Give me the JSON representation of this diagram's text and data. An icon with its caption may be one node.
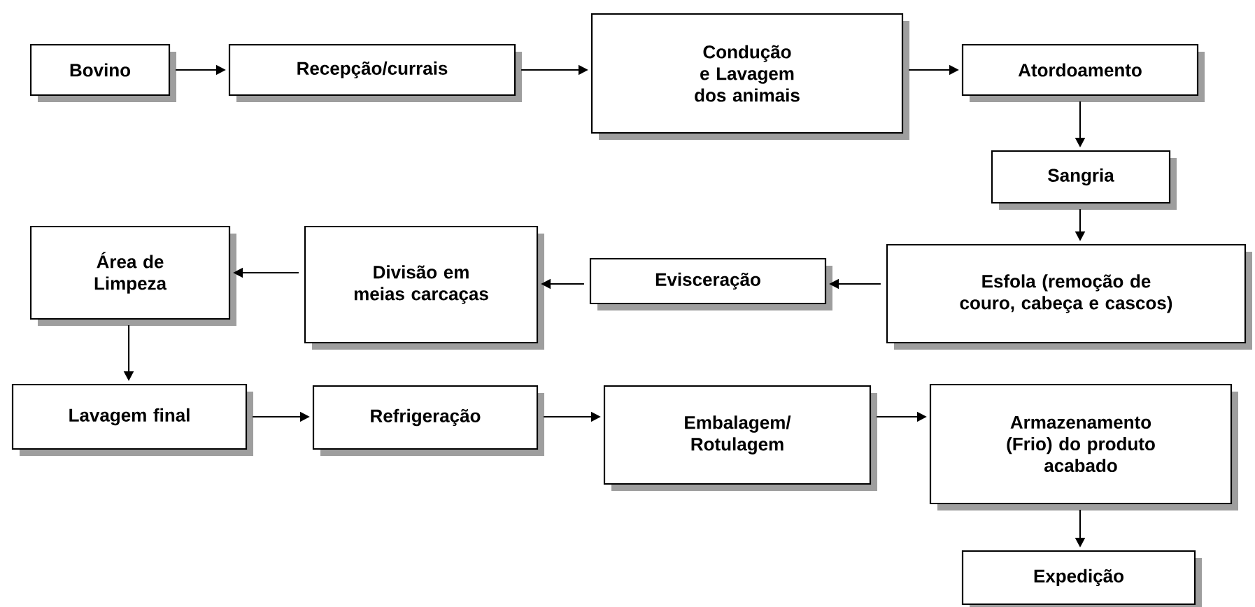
{
  "diagram": {
    "nodes": [
      {
        "text": [
          "Bovino"
        ]
      },
      {
        "text": [
          "Recepção/currais"
        ]
      },
      {
        "text": [
          "Condução e Lavagem dos animais"
        ]
      },
      {
        "text": [
          "Atordoamento"
        ]
      },
      {
        "text": [
          "Sangria"
        ]
      },
      {
        "text": [
          "Esfola (remoção de couro, cabeça e cascos)"
        ]
      },
      {
        "text": [
          "Evisceração"
        ]
      },
      {
        "text": [
          "Divisão em meias carcaças"
        ]
      },
      {
        "text": [
          "Área de Limpeza"
        ]
      },
      {
        "text": [
          "Lavagem final"
        ]
      },
      {
        "text": [
          "Refrigeração"
        ]
      },
      {
        "text": [
          "Embalagem/ Rotulagem"
        ]
      },
      {
        "text": [
          "Armazenamento (Frio) do produto acabado"
        ]
      },
      {
        "text": [
          "Expedição"
        ]
      }
    ],
    "edges": [
      {
        "from": 0,
        "to": 1,
        "arrow": "to"
      },
      {
        "from": 1,
        "to": 2,
        "arrow": "to"
      },
      {
        "from": 2,
        "to": 3,
        "arrow": "to"
      },
      {
        "from": 3,
        "to": 4,
        "arrow": "to"
      },
      {
        "from": 4,
        "to": 5,
        "arrow": "to"
      },
      {
        "from": 5,
        "to": 6,
        "arrow": "to"
      },
      {
        "from": 6,
        "to": 7,
        "arrow": "to"
      },
      {
        "from": 7,
        "to": 8,
        "arrow": "to"
      },
      {
        "from": 8,
        "to": 9,
        "arrow": "to"
      },
      {
        "from": 9,
        "to": 10,
        "arrow": "to"
      },
      {
        "from": 10,
        "to": 11,
        "arrow": "to"
      },
      {
        "from": 11,
        "to": 12,
        "arrow": "to"
      },
      {
        "from": 12,
        "to": 13,
        "arrow": "to"
      }
    ]
  }
}
